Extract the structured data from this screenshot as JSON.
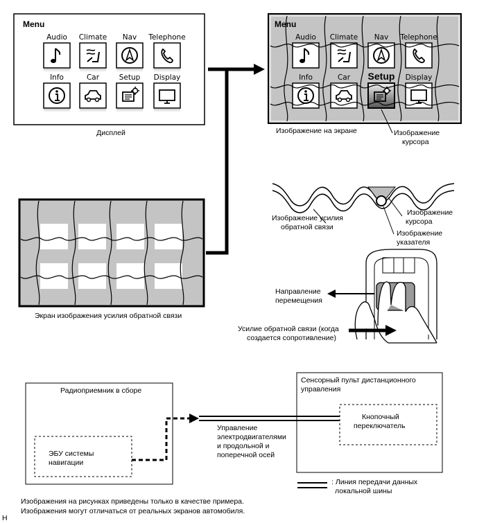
{
  "top_left": {
    "menu_title": "Menu",
    "tiles_row1": [
      "Audio",
      "Climate",
      "Nav",
      "Telephone"
    ],
    "tiles_row2": [
      "Info",
      "Car",
      "Setup",
      "Display"
    ],
    "caption": "Дисплей"
  },
  "top_right": {
    "menu_title": "Menu",
    "tiles_row1": [
      "Audio",
      "Climate",
      "Nav",
      "Telephone"
    ],
    "tiles_row2": [
      "Info",
      "Car",
      "Setup",
      "Display"
    ],
    "caption_screen": "Изображение на экране",
    "caption_cursor": [
      "Изображение",
      "курсора"
    ]
  },
  "feedback_screen": {
    "caption": "Экран изображения усилия обратной связи"
  },
  "wave": {
    "feedback_image": [
      "Изображение усилия",
      "обратной связи"
    ],
    "cursor_image": [
      "Изображение",
      "курсора"
    ],
    "pointer_image": [
      "Изображение",
      "указателя"
    ]
  },
  "hand": {
    "direction": [
      "Направление",
      "перемещения"
    ],
    "force": [
      "Усилие обратной связи (когда",
      "создается сопротивление)"
    ]
  },
  "block": {
    "radio": "Радиоприемник в сборе",
    "ecu": [
      "ЭБУ системы",
      "навигации"
    ],
    "remote": [
      "Сенсорный пульт дистанционного",
      "управления"
    ],
    "switch": [
      "Кнопочный",
      "переключатель"
    ],
    "motor_control": [
      "Управление",
      "электродвигателями",
      "и продольной и",
      "поперечной осей"
    ],
    "legend": [
      ": Линия передачи данных",
      "локальной шины"
    ]
  },
  "footnote": [
    "Изображения на рисунках приведены только в качестве примера.",
    "Изображения могут отличаться от реальных экранов автомобиля."
  ],
  "corner_mark": "H",
  "colors": {
    "screen_grey": "#c4c4c4",
    "tile_white": "#ffffff",
    "dashed_line": "#000000"
  }
}
